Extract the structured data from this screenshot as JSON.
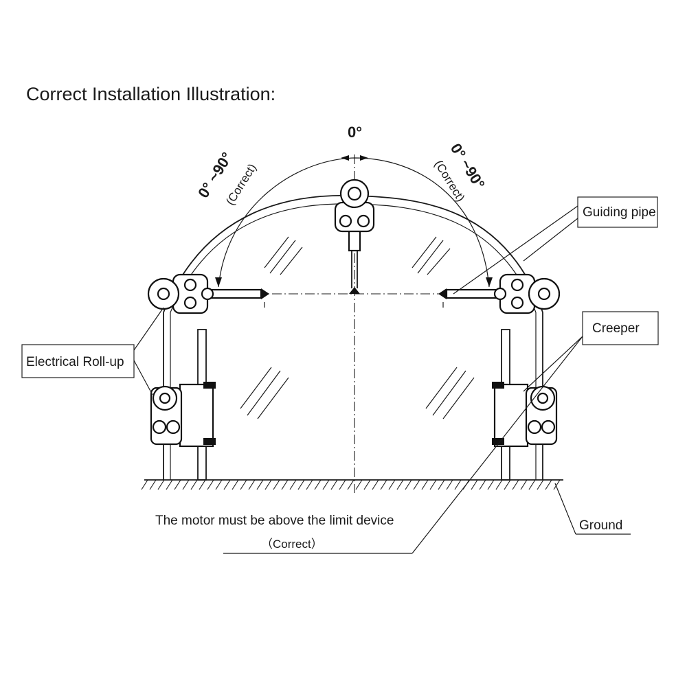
{
  "title": "Correct Installation Illustration:",
  "angle_top": "0°",
  "angle_left": "0°  ~90°",
  "angle_left_note": "(Correct)",
  "angle_right": "0°  ~90°",
  "angle_right_note": "(Correct)",
  "labels": {
    "guiding_pipe": "Guiding pipe",
    "creeper": "Creeper",
    "electrical_rollup": "Electrical Roll-up",
    "ground": "Ground",
    "motor_note": "The motor must be above the limit device",
    "motor_note_correct": "（Correct）"
  }
}
